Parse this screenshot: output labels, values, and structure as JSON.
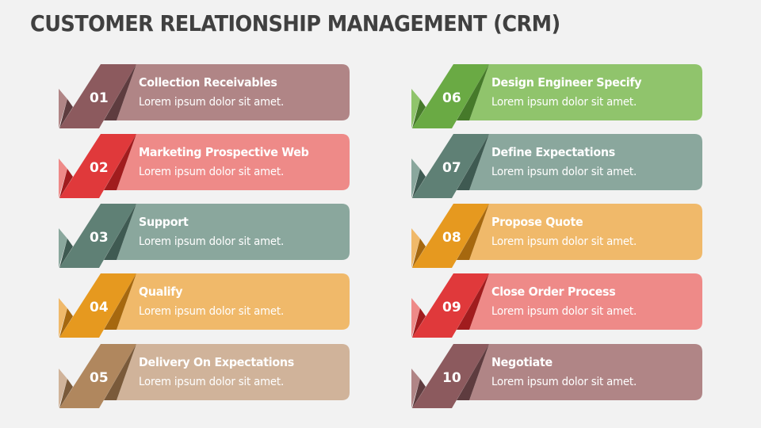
{
  "slide": {
    "title": "CUSTOMER RELATIONSHIP MANAGEMENT (CRM)",
    "background": "#f2f2f2",
    "title_color": "#404040"
  },
  "items": [
    {
      "number": "01",
      "heading": "Collection Receivables",
      "description": "Lorem ipsum dolor sit amet.",
      "colors": {
        "main": "#8c5a5e",
        "dark": "#5e3c3f",
        "card": "#b08586"
      }
    },
    {
      "number": "02",
      "heading": "Marketing Prospective Web",
      "description": "Lorem ipsum dolor sit amet.",
      "colors": {
        "main": "#e0393b",
        "dark": "#a11c1e",
        "card": "#ee8a88"
      }
    },
    {
      "number": "03",
      "heading": "Support",
      "description": "Lorem ipsum dolor sit amet.",
      "colors": {
        "main": "#5f8075",
        "dark": "#3f5a52",
        "card": "#8aa79d"
      }
    },
    {
      "number": "04",
      "heading": "Qualify",
      "description": "Lorem ipsum dolor sit amet.",
      "colors": {
        "main": "#e6991f",
        "dark": "#a6680f",
        "card": "#f0b96a"
      }
    },
    {
      "number": "05",
      "heading": "Delivery On Expectations",
      "description": "Lorem ipsum dolor sit amet.",
      "colors": {
        "main": "#b0875e",
        "dark": "#7a5a3a",
        "card": "#d0b39a"
      }
    },
    {
      "number": "06",
      "heading": "Design Engineer Specify",
      "description": "Lorem ipsum dolor sit amet.",
      "colors": {
        "main": "#6aaa44",
        "dark": "#467a2a",
        "card": "#90c46c"
      }
    },
    {
      "number": "07",
      "heading": "Define Expectations",
      "description": "Lorem ipsum dolor sit amet.",
      "colors": {
        "main": "#5f8075",
        "dark": "#3f5a52",
        "card": "#8aa79d"
      }
    },
    {
      "number": "08",
      "heading": "Propose Quote",
      "description": "Lorem ipsum dolor sit amet.",
      "colors": {
        "main": "#e6991f",
        "dark": "#a6680f",
        "card": "#f0b96a"
      }
    },
    {
      "number": "09",
      "heading": "Close Order Process",
      "description": "Lorem ipsum dolor sit amet.",
      "colors": {
        "main": "#e0393b",
        "dark": "#a11c1e",
        "card": "#ee8a88"
      }
    },
    {
      "number": "10",
      "heading": "Negotiate",
      "description": "Lorem ipsum dolor sit amet.",
      "colors": {
        "main": "#8c5a5e",
        "dark": "#5e3c3f",
        "card": "#b08586"
      }
    }
  ]
}
